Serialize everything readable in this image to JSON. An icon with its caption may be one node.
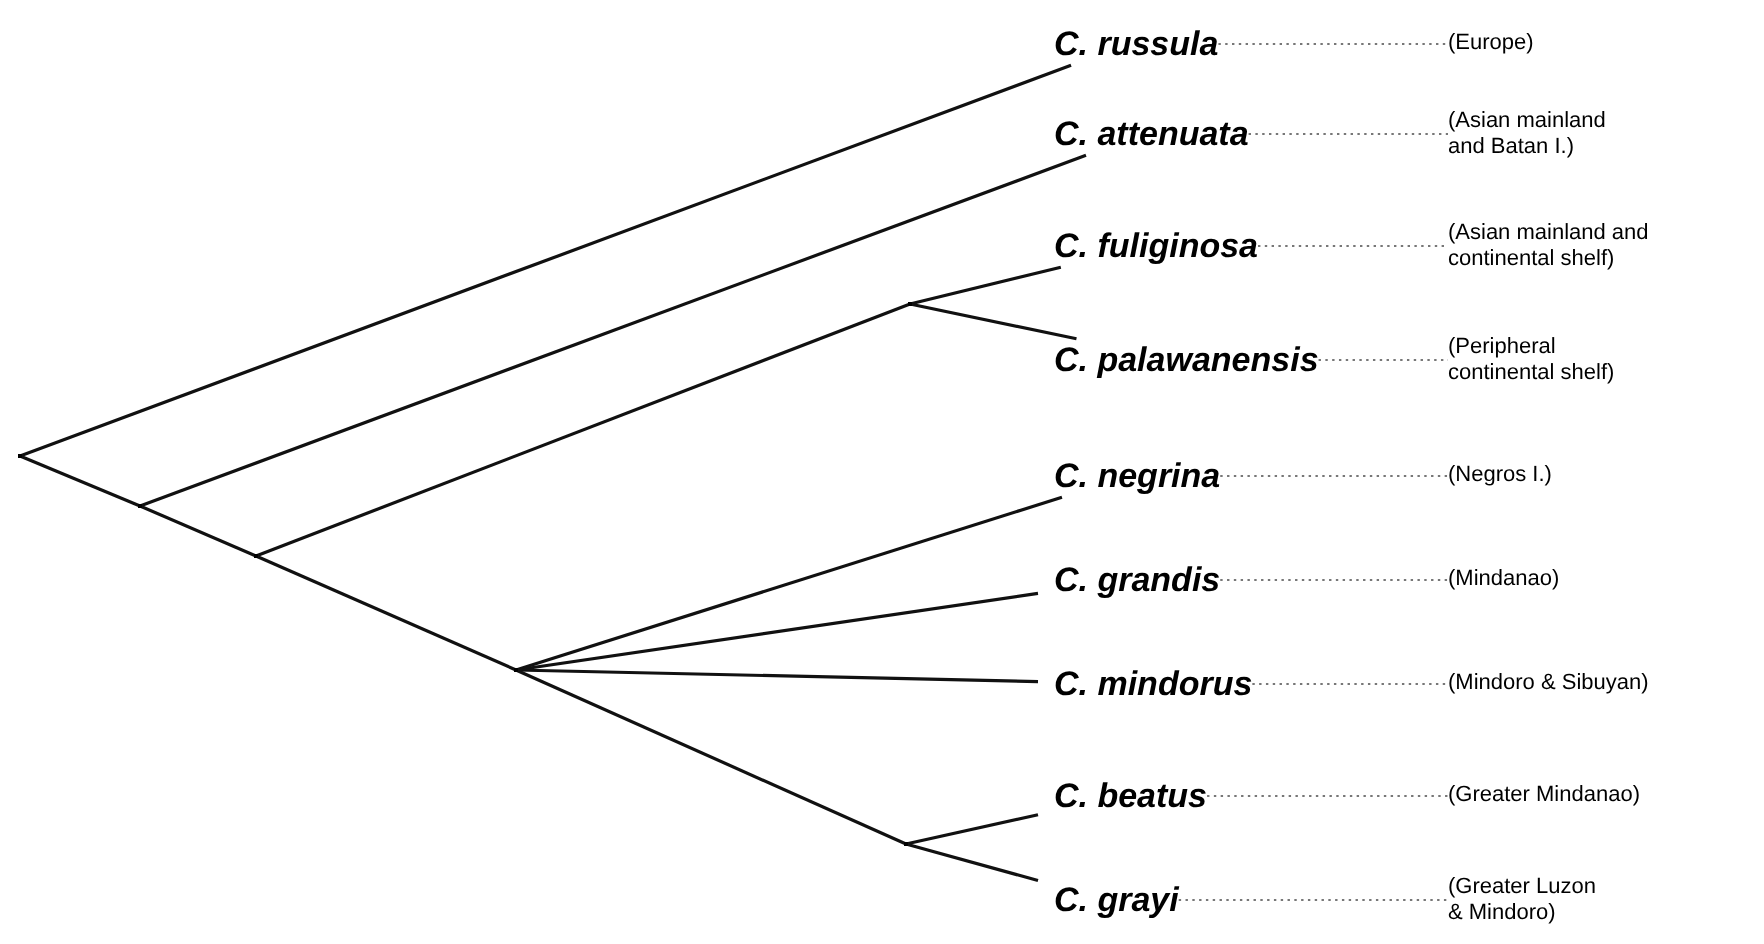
{
  "diagram": {
    "nodes": [
      {
        "text": [
          "C. russula"
        ]
      },
      {
        "text": [
          "C. attenuata"
        ]
      },
      {
        "text": [
          "C. fuliginosa"
        ]
      },
      {
        "text": [
          "C. palawanensis"
        ]
      },
      {
        "text": [
          "C. negrina"
        ]
      },
      {
        "text": [
          "C. grandis"
        ]
      },
      {
        "text": [
          "C. mindorus"
        ]
      },
      {
        "text": [
          "C. beatus"
        ]
      },
      {
        "text": [
          "C. grayi"
        ]
      },
      {
        "text": [
          "(Europe)"
        ]
      },
      {
        "text": [
          "(Asian mainland and Batan I.)"
        ]
      },
      {
        "text": [
          "(Asian mainland and continental shelf)"
        ]
      },
      {
        "text": [
          "(Peripheral continental shelf)"
        ]
      },
      {
        "text": [
          "(Negros I.)"
        ]
      },
      {
        "text": [
          "(Mindanao)"
        ]
      },
      {
        "text": [
          "(Mindoro & Sibuyan)"
        ]
      },
      {
        "text": [
          "(Greater Mindanao)"
        ]
      },
      {
        "text": [
          "(Greater Luzon & Mindoro)"
        ]
      },
      {
        "text": [],
        "shape": "point"
      },
      {
        "text": [],
        "shape": "point"
      },
      {
        "text": [],
        "shape": "point"
      },
      {
        "text": [],
        "shape": "point"
      },
      {
        "text": [],
        "shape": "point"
      },
      {
        "text": [],
        "shape": "point"
      }
    ],
    "edges": [
      {
        "from": 18,
        "to": 0,
        "arrow": "none"
      },
      {
        "from": 18,
        "to": 19,
        "arrow": "none"
      },
      {
        "from": 19,
        "to": 1,
        "arrow": "none"
      },
      {
        "from": 19,
        "to": 20,
        "arrow": "none"
      },
      {
        "from": 20,
        "to": 21,
        "arrow": "none"
      },
      {
        "from": 21,
        "to": 2,
        "arrow": "none"
      },
      {
        "from": 21,
        "to": 3,
        "arrow": "none"
      },
      {
        "from": 20,
        "to": 22,
        "arrow": "none"
      },
      {
        "from": 22,
        "to": 4,
        "arrow": "none"
      },
      {
        "from": 22,
        "to": 5,
        "arrow": "none"
      },
      {
        "from": 22,
        "to": 6,
        "arrow": "none"
      },
      {
        "from": 22,
        "to": 23,
        "arrow": "none"
      },
      {
        "from": 23,
        "to": 7,
        "arrow": "none"
      },
      {
        "from": 23,
        "to": 8,
        "arrow": "none"
      },
      {
        "from": 0,
        "to": 9,
        "arrow": "none",
        "style": "dashed",
        "color": "#777777"
      },
      {
        "from": 1,
        "to": 10,
        "arrow": "none",
        "style": "dashed",
        "color": "#777777"
      },
      {
        "from": 2,
        "to": 11,
        "arrow": "none",
        "style": "dashed",
        "color": "#777777"
      },
      {
        "from": 3,
        "to": 12,
        "arrow": "none",
        "style": "dashed",
        "color": "#777777"
      },
      {
        "from": 4,
        "to": 13,
        "arrow": "none",
        "style": "dashed",
        "color": "#777777"
      },
      {
        "from": 5,
        "to": 14,
        "arrow": "none",
        "style": "dashed",
        "color": "#777777"
      },
      {
        "from": 6,
        "to": 15,
        "arrow": "none",
        "style": "dashed",
        "color": "#777777"
      },
      {
        "from": 7,
        "to": 16,
        "arrow": "none",
        "style": "dashed",
        "color": "#777777"
      },
      {
        "from": 8,
        "to": 17,
        "arrow": "none",
        "style": "dashed",
        "color": "#777777"
      }
    ]
  }
}
